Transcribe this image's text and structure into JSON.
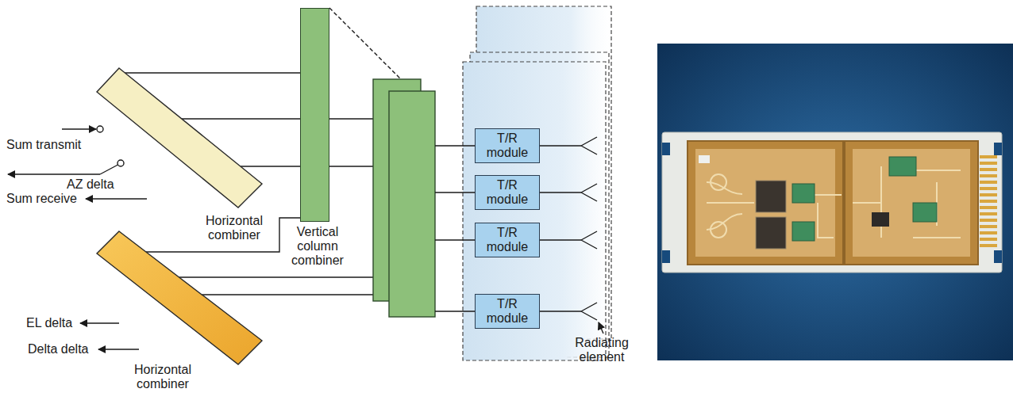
{
  "diagram": {
    "nodes": [
      {
        "text": [
          "Horizontal combiner"
        ]
      },
      {
        "text": [
          "Vertical column combiner"
        ]
      },
      {
        "text": [
          "T/R module"
        ]
      },
      {
        "text": [
          "T/R module"
        ]
      },
      {
        "text": [
          "T/R module"
        ]
      },
      {
        "text": [
          "T/R module"
        ]
      },
      {
        "text": [
          "Horizontal combiner"
        ]
      }
    ],
    "edges": [
      {
        "from": 0,
        "to": 1,
        "arrow": "none"
      },
      {
        "from": 6,
        "to": 1,
        "arrow": "none"
      }
    ],
    "labels": [
      "Sum transmit",
      "AZ delta",
      "Sum receive",
      "EL delta",
      "Delta delta",
      "Radiating element"
    ]
  }
}
